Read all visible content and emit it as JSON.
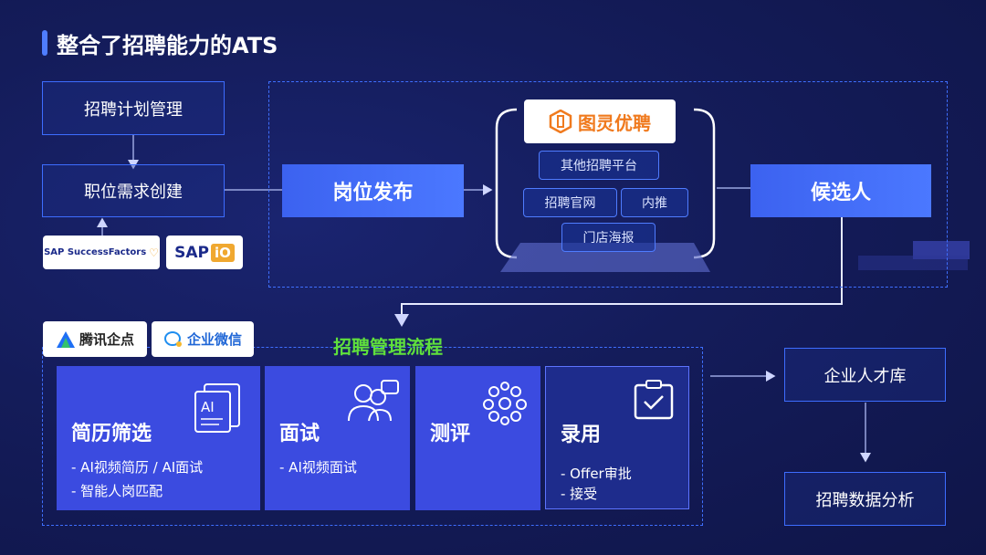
{
  "title": "整合了招聘能力的ATS",
  "left_boxes": {
    "plan": "招聘计划管理",
    "demand": "职位需求创建"
  },
  "logos": {
    "sap_sf": "SAP SuccessFactors",
    "sap_io": "SAP",
    "sap_io_mark": "iO",
    "tencent": "腾讯企点",
    "wecom": "企业微信",
    "tuling": "图灵优聘"
  },
  "publish": "岗位发布",
  "candidate": "候选人",
  "platforms": {
    "other": "其他招聘平台",
    "official": "招聘官网",
    "referral": "内推",
    "store": "门店海报"
  },
  "process_title": "招聘管理流程",
  "stages": [
    {
      "name": "简历筛选",
      "subs": [
        "-  AI视频简历 / AI面试",
        "-  智能人岗匹配"
      ],
      "icon": "ai-document-icon"
    },
    {
      "name": "面试",
      "subs": [
        "-  AI视频面试"
      ],
      "icon": "interview-people-icon"
    },
    {
      "name": "测评",
      "subs": [],
      "icon": "assessment-network-icon"
    },
    {
      "name": "录用",
      "subs": [
        "-  Offer审批",
        "-  接受"
      ],
      "icon": "offer-clipboard-icon"
    }
  ],
  "right_boxes": {
    "talent": "企业人才库",
    "analytics": "招聘数据分析"
  },
  "colors": {
    "accent": "#3d6dff",
    "green": "#5fe03c",
    "stage": "#3b4be0",
    "bg": "#141c5a"
  }
}
